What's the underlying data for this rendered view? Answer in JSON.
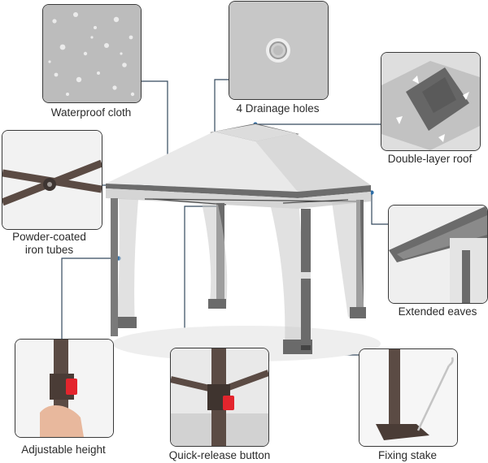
{
  "features": {
    "waterproof_cloth": "Waterproof cloth",
    "drainage_holes": "4 Drainage holes",
    "double_layer_roof": "Double-layer roof",
    "iron_tubes": "Powder-coated iron tubes",
    "extended_eaves": "Extended eaves",
    "adjustable_height": "Adjustable height",
    "quick_release": "Quick-release button",
    "fixing_stake": "Fixing stake"
  },
  "colors": {
    "roof_light": "#e6e6e6",
    "roof_dark": "#6c6c6c",
    "frame": "#5a4a42",
    "accent_red": "#e3252d",
    "connector": "#2c3e50",
    "net": "#b9b9b9"
  }
}
